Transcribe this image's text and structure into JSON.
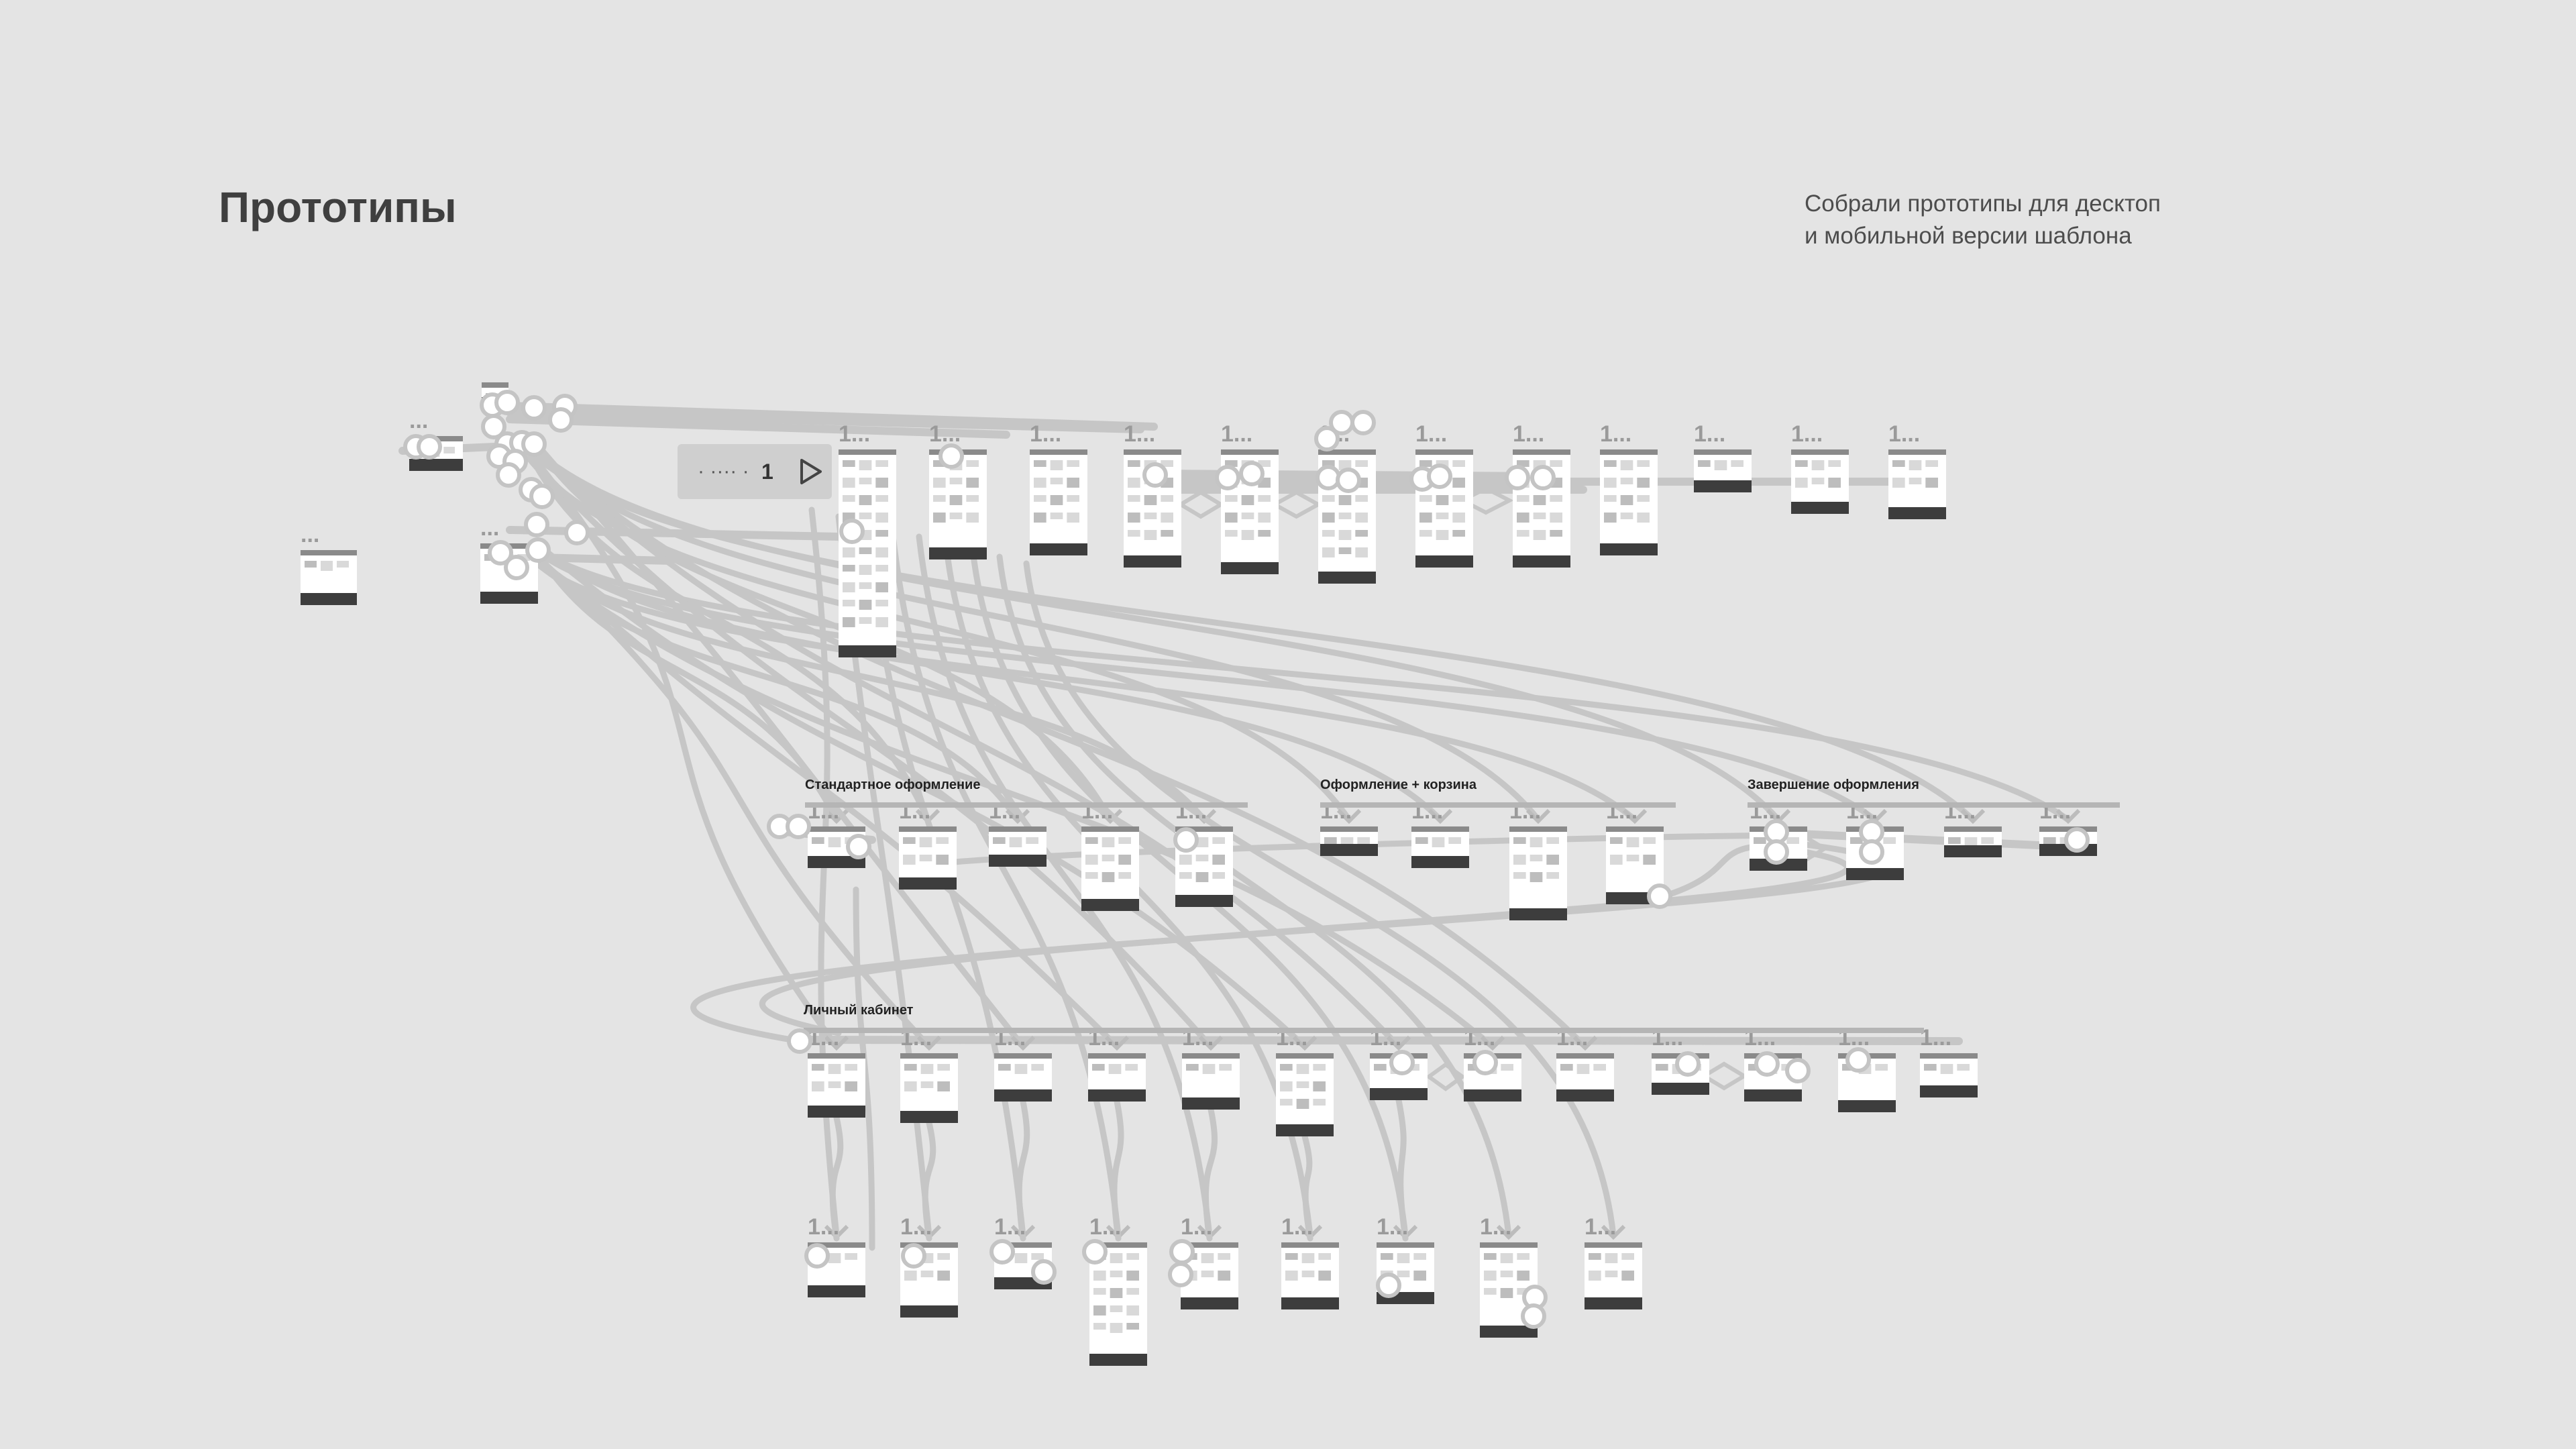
{
  "title": "Прототипы",
  "description": [
    "Собрали прототипы для десктоп",
    "и мобильной версии шаблона"
  ],
  "colors": {
    "background": "#e4e4e4",
    "connector": "#c6c6c6",
    "frame": "#ffffff",
    "footer": "#3d3d3d",
    "text": "#3f3f3f"
  },
  "prototype_badge": {
    "label": "1",
    "icon": "play-icon"
  },
  "frame_label_short": "1...",
  "frame_label_dots": "...",
  "sections": [
    {
      "key": "standard-checkout",
      "label": "Стандартное оформление"
    },
    {
      "key": "checkout-cart",
      "label": "Оформление + корзина"
    },
    {
      "key": "checkout-finish",
      "label": "Завершение оформления"
    },
    {
      "key": "account",
      "label": "Личный кабинет"
    }
  ]
}
